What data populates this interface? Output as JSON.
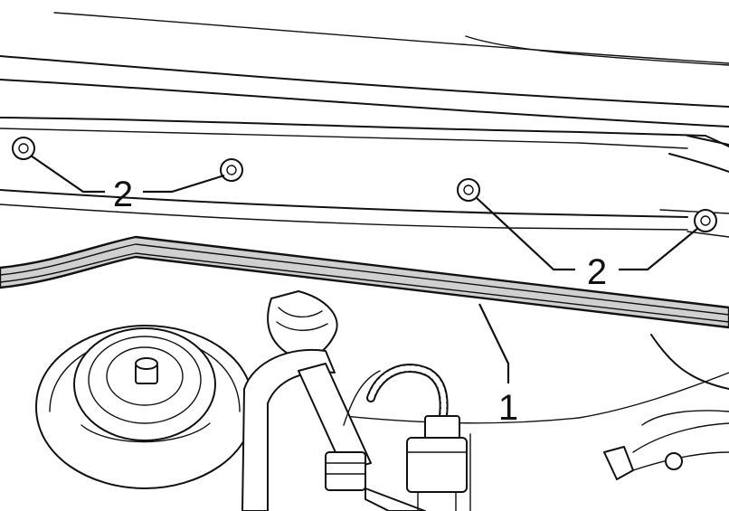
{
  "diagram": {
    "callouts": [
      {
        "id": "brace",
        "label": "1"
      },
      {
        "id": "nuts-left",
        "label": "2"
      },
      {
        "id": "nuts-right",
        "label": "2"
      }
    ]
  }
}
